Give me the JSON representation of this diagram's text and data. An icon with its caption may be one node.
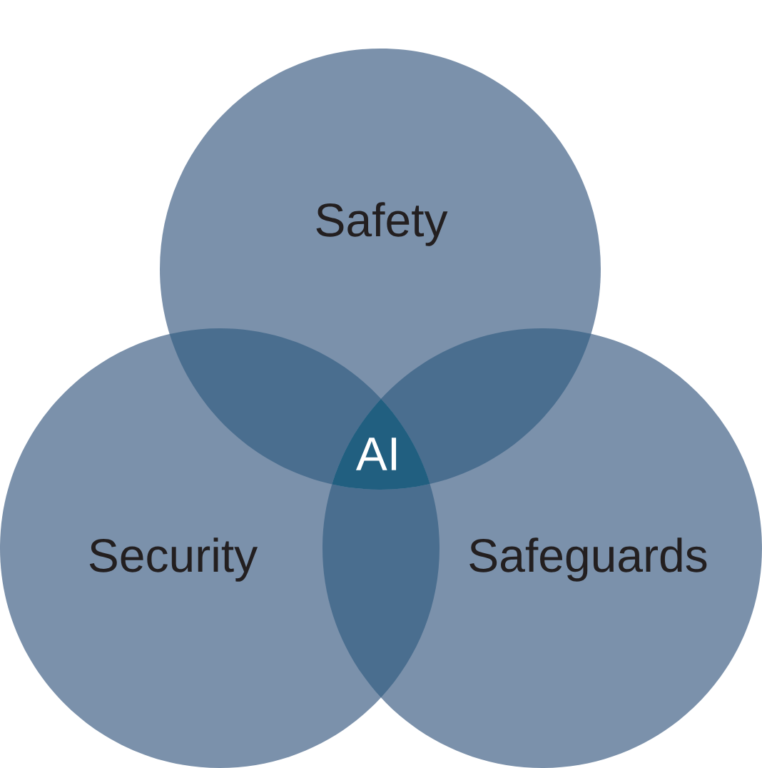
{
  "diagram": {
    "nodes": [
      {
        "text": [
          "Safety"
        ]
      },
      {
        "text": [],
        "shape": "lens"
      },
      {
        "text": [],
        "shape": "lens"
      },
      {
        "text": [
          "AI"
        ]
      },
      {
        "text": [
          "Security"
        ]
      },
      {
        "text": [],
        "shape": "lens"
      },
      {
        "text": [
          "Safeguards"
        ]
      }
    ]
  }
}
